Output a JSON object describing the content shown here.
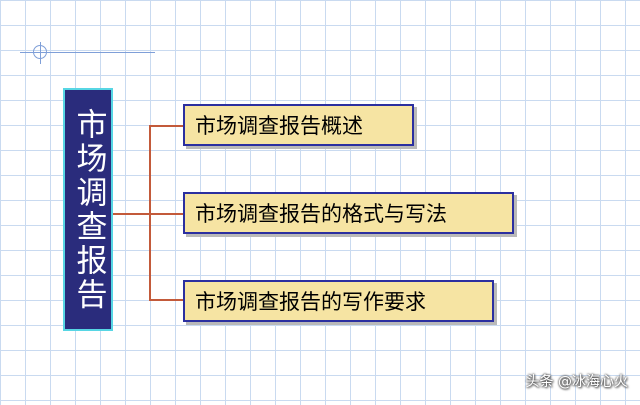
{
  "diagram": {
    "root": {
      "label": "市场调查报告"
    },
    "topics": [
      {
        "label": "市场调查报告概述"
      },
      {
        "label": "市场调查报告的格式与写法"
      },
      {
        "label": "市场调查报告的写作要求"
      }
    ],
    "colors": {
      "root_fill": "#2a2c7c",
      "root_border": "#57d6e4",
      "topic_fill": "#f6e4a3",
      "topic_border": "#2b2fa0",
      "connector": "#c35a3a",
      "grid": "#c9daf0"
    }
  },
  "watermark": {
    "text": "头条 @冰海心火"
  }
}
